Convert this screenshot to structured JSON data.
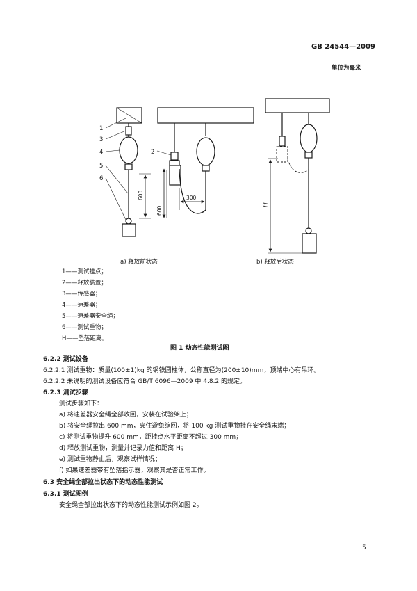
{
  "header": {
    "standard_no": "GB 24544—2009",
    "unit_note": "单位为毫米"
  },
  "figure": {
    "callouts": [
      "1",
      "3",
      "4",
      "5",
      "6",
      "2"
    ],
    "dimensions": {
      "d600_left": "600",
      "d600_mid": "600",
      "d300": "300",
      "h_label": "H"
    },
    "caption_a": "a) 释放前状态",
    "caption_b": "b) 释放后状态",
    "legend": [
      "1——测试挂点；",
      "2——释放装置；",
      "3——传感器；",
      "4——速差器；",
      "5——速差器安全绳；",
      "6——测试重物；",
      "H——坠落距离。"
    ],
    "title": "图 1   动态性能测试图"
  },
  "sections": {
    "s622": "6.2.2   测试设备",
    "s6221": "6.2.2.1   测试重物：质量(100±1)kg 的钢铁圆柱体，公称直径为(200±10)mm，顶端中心有吊环。",
    "s6222": "6.2.2.2   未说明的测试设备应符合 GB/T 6096—2009 中 4.8.2 的规定。",
    "s623": "6.2.3   测试步骤",
    "intro": "测试步骤如下：",
    "steps": [
      "a)   将速差器安全绳全部收回，安装在试验架上；",
      "b)   将安全绳拉出 600 mm，夹住避免缩回，将 100 kg 测试重物挂在安全绳末端；",
      "c)   将测试重物提升 600 mm，距挂点水平距离不超过 300 mm；",
      "d)   释放测试重物，测量并记录力值和距离 H；",
      "e)   测试重物静止后，观察试样情况；",
      "f)   如果速差器带有坠落指示器，观察其是否正常工作。"
    ],
    "s63": "6.3   安全绳全部拉出状态下的动态性能测试",
    "s631": "6.3.1   测试图例",
    "s631_text": "安全绳全部拉出状态下的动态性能测试示例如图 2。"
  },
  "page_number": "5"
}
